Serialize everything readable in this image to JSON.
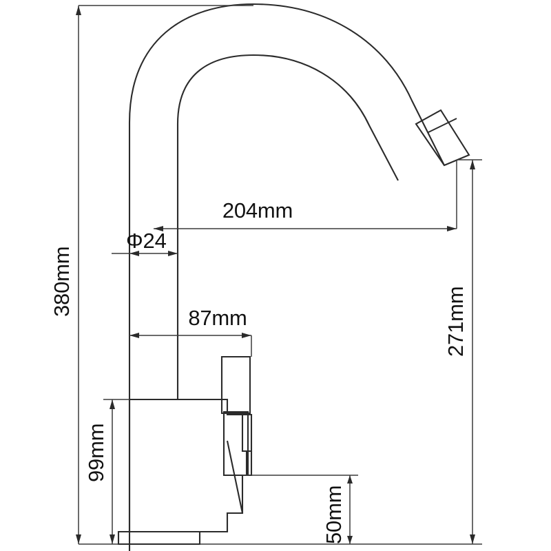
{
  "drawing": {
    "title": "Kitchen faucet technical dimension drawing",
    "subject": "gooseneck single-lever kitchen mixer tap",
    "view": "side elevation",
    "units": "mm",
    "background_color": "#ffffff",
    "line_color": "#2b2b2b",
    "dimension_line_color": "#3a3a3a",
    "text_color": "#121212"
  },
  "dimensions": {
    "overall_height": {
      "label": "380mm",
      "value": 380,
      "unit": "mm",
      "orientation": "vertical",
      "position": "left",
      "measures": "total faucet height from deck to top of spout arc"
    },
    "spout_reach": {
      "label": "204mm",
      "value": 204,
      "unit": "mm",
      "orientation": "horizontal",
      "position": "upper-center",
      "measures": "horizontal reach from tube centerline to spout outlet"
    },
    "tube_diameter": {
      "label": "Φ24",
      "value": 24,
      "unit": "mm",
      "symbol": "Φ",
      "orientation": "horizontal",
      "position": "left-center",
      "measures": "spout tube outer diameter"
    },
    "body_width": {
      "label": "87mm",
      "value": 87,
      "unit": "mm",
      "orientation": "horizontal",
      "position": "mid-left",
      "measures": "body width including handle"
    },
    "spout_outlet_height": {
      "label": "271mm",
      "value": 271,
      "unit": "mm",
      "orientation": "vertical",
      "position": "right",
      "measures": "height of spout outlet above deck"
    },
    "body_height": {
      "label": "99mm",
      "value": 99,
      "unit": "mm",
      "orientation": "vertical",
      "position": "lower-left",
      "measures": "faucet body height"
    },
    "lever_clearance": {
      "label": "50mm",
      "value": 50,
      "unit": "mm",
      "orientation": "vertical",
      "position": "lower-right",
      "measures": "lower body clearance height"
    }
  }
}
